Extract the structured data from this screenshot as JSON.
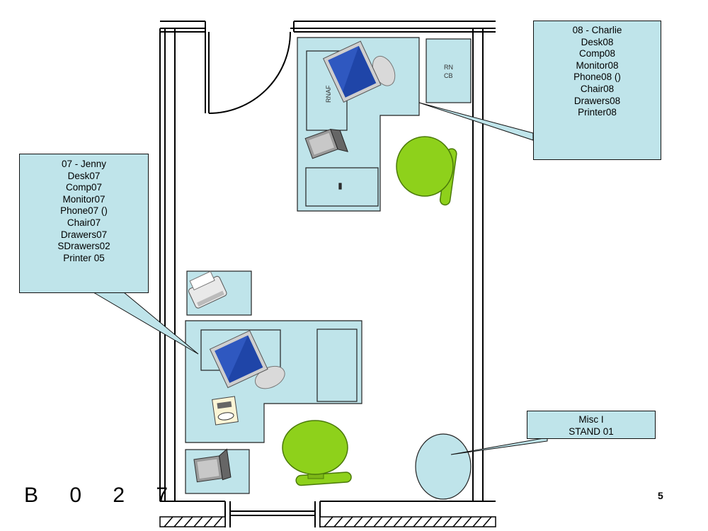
{
  "room_label": "B 0 2 7",
  "page_number": "5",
  "callouts": {
    "charlie": {
      "lines": [
        "08 - Charlie",
        "Desk08",
        "Comp08",
        "Monitor08",
        "Phone08 ()",
        "Chair08",
        "Drawers08",
        "Printer08"
      ]
    },
    "jenny": {
      "lines": [
        "07 - Jenny",
        "Desk07",
        "Comp07",
        "Monitor07",
        "Phone07 ()",
        "Chair07",
        "Drawers07",
        "SDrawers02",
        "Printer 05"
      ]
    },
    "misc": {
      "lines": [
        "Misc I",
        "STAND 01"
      ]
    }
  },
  "furniture_tags": {
    "drawers08": "RNAF",
    "cabinet08_line1": "RN",
    "cabinet08_line2": "CB"
  },
  "colors": {
    "furniture_fill": "#bfe4ea",
    "chair_green": "#8ed11b",
    "monitor_blue": "#1f45a8",
    "wall": "#000000"
  }
}
